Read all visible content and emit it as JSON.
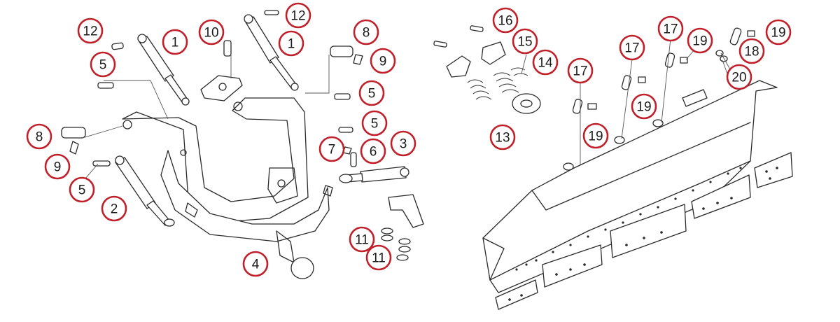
{
  "diagram": {
    "callouts_left": [
      {
        "id": "c12a",
        "label": "12"
      },
      {
        "id": "c1a",
        "label": "1"
      },
      {
        "id": "c10",
        "label": "10"
      },
      {
        "id": "c12b",
        "label": "12"
      },
      {
        "id": "c1b",
        "label": "1"
      },
      {
        "id": "c8a",
        "label": "8"
      },
      {
        "id": "c9a",
        "label": "9"
      },
      {
        "id": "c5a",
        "label": "5"
      },
      {
        "id": "c5b",
        "label": "5"
      },
      {
        "id": "c5c",
        "label": "5"
      },
      {
        "id": "c8b",
        "label": "8"
      },
      {
        "id": "c9b",
        "label": "9"
      },
      {
        "id": "c7",
        "label": "7"
      },
      {
        "id": "c6",
        "label": "6"
      },
      {
        "id": "c3",
        "label": "3"
      },
      {
        "id": "c5d",
        "label": "5"
      },
      {
        "id": "c2",
        "label": "2"
      },
      {
        "id": "c11a",
        "label": "11"
      },
      {
        "id": "c11b",
        "label": "11"
      },
      {
        "id": "c4",
        "label": "4"
      }
    ],
    "callouts_right": [
      {
        "id": "c16",
        "label": "16"
      },
      {
        "id": "c15",
        "label": "15"
      },
      {
        "id": "c14",
        "label": "14"
      },
      {
        "id": "c17a",
        "label": "17"
      },
      {
        "id": "c17b",
        "label": "17"
      },
      {
        "id": "c17c",
        "label": "17"
      },
      {
        "id": "c19a",
        "label": "19"
      },
      {
        "id": "c19b",
        "label": "19"
      },
      {
        "id": "c18",
        "label": "18"
      },
      {
        "id": "c20",
        "label": "20"
      },
      {
        "id": "c19c",
        "label": "19"
      },
      {
        "id": "c19d",
        "label": "19"
      },
      {
        "id": "c13",
        "label": "13"
      }
    ],
    "colors": {
      "callout_ring": "#c0202a",
      "line": "#2a2a2a",
      "background": "#ffffff"
    }
  }
}
